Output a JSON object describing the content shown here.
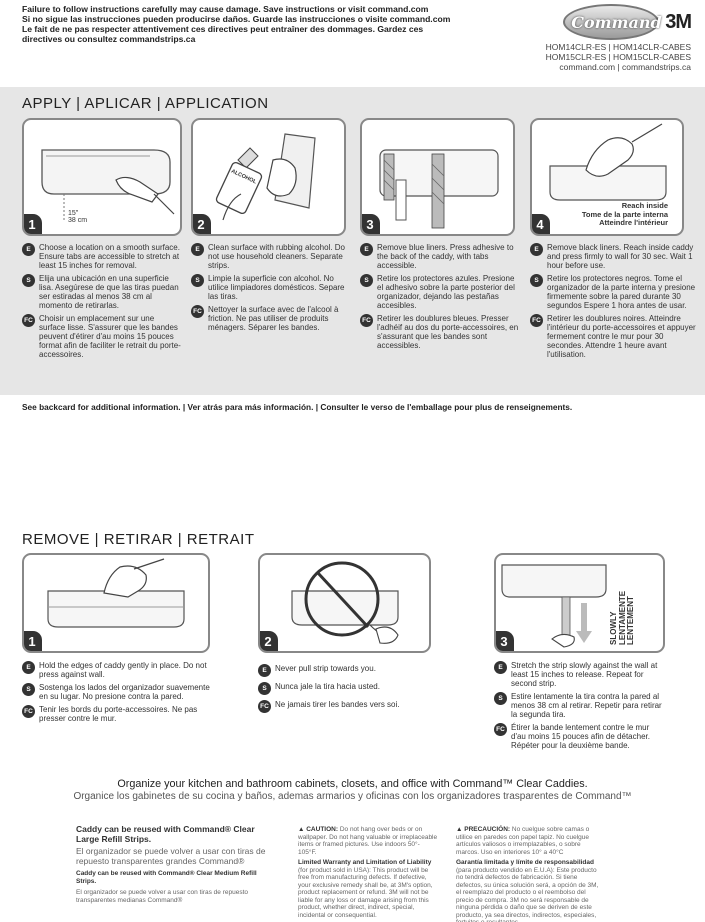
{
  "warning": {
    "line1": "Failure to follow instructions carefully may cause damage. Save instructions or visit command.com",
    "line2": "Si no sigue las instrucciones pueden producirse daños. Guarde las instrucciones o visite command.com",
    "line3": "Le fait de ne pas respecter attentivement ces directives peut entraîner des dommages. Gardez ces",
    "line4": "directives ou consultez commandstrips.ca"
  },
  "brand": {
    "command_logo": "Command",
    "logo_3m": "3M",
    "code_line1": "HOM14CLR-ES | HOM14CLR-CABES",
    "code_line2": "HOM15CLR-ES | HOM15CLR-CABES",
    "websites": "command.com | commandstrips.ca"
  },
  "apply": {
    "title": "APPLY | APLICAR | APPLICATION",
    "steps": [
      {
        "num": "1",
        "measure_in": "15\"",
        "measure_cm": "38 cm",
        "en": "Choose a location on a smooth surface. Ensure tabs are accessible to stretch at least 15 inches for removal.",
        "es": "Elija una ubicación en una superficie lisa. Asegúrese de que las tiras puedan ser estiradas al menos 38 cm al momento de retirarlas.",
        "fc": "Choisir un emplacement sur une surface lisse. S'assurer que les bandes peuvent d'étirer d'au moins 15 pouces format afin de faciliter le retrait du porte-accessoires."
      },
      {
        "num": "2",
        "bottle_label": "ALCOHOL",
        "en": "Clean surface with rubbing alcohol. Do not use household cleaners. Separate strips.",
        "es": "Limpie la superficie con alcohol. No utilice limpiadores domésticos. Separe las tiras.",
        "fc": "Nettoyer la surface avec de l'alcool à friction. Ne pas utiliser de produits ménagers. Séparer les bandes."
      },
      {
        "num": "3",
        "en": "Remove blue liners. Press adhesive to the back of the caddy, with tabs accessible.",
        "es": "Retire los protectores azules. Presione el adhesivo sobre la parte posterior del organizador, dejando las pestañas accesibles.",
        "fc": "Retirer les doublures bleues. Presser l'adhéif au dos du porte-accessoires, en s'assurant que les bandes sont accessibles."
      },
      {
        "num": "4",
        "reach_en": "Reach inside",
        "reach_es": "Tome de la parte interna",
        "reach_fc": "Atteindre l'intérieur",
        "en": "Remove black liners. Reach inside caddy and press firmly to wall for 30 sec. Wait 1 hour before use.",
        "es": "Retire los protectores negros. Tome el organizador de la parte interna y presione firmemente sobre la pared durante 30 segundos Espere 1 hora antes de usar.",
        "fc": "Retirer les doublures noires. Atteindre l'intérieur du porte-accessoires et appuyer fermement contre le mur pour 30 secondes. Attendre 1 heure avant l'utilisation."
      }
    ]
  },
  "backcard": "See backcard for additional information. | Ver atrás para más información. | Consulter le verso de l'emballage pour plus de renseignements.",
  "remove": {
    "title": "REMOVE | RETIRAR | RETRAIT",
    "steps": [
      {
        "num": "1",
        "en": "Hold the edges of caddy gently in place. Do not press against wall.",
        "es": "Sostenga los lados del organizador suavemente en su lugar. No presione contra la pared.",
        "fc": "Tenir les bords du porte-accessoires. Ne pas presser contre le mur."
      },
      {
        "num": "2",
        "en": "Never pull strip towards you.",
        "es": "Nunca jale la tira hacia usted.",
        "fc": "Ne jamais tirer les bandes vers soi."
      },
      {
        "num": "3",
        "slowly_en": "SLOWLY",
        "slowly_es": "LENTAMENTE",
        "slowly_fc": "LENTEMENT",
        "en": "Stretch the strip slowly against the wall at least 15 inches to release. Repeat for second strip.",
        "es": "Estire lentamente la tira contra la pared al menos 38 cm al retirar. Repetir para retirar la segunda tira.",
        "fc": "Étirer la bande lentement contre le mur d'au moins 15 pouces afin de détacher. Répéter pour la deuxième bande."
      }
    ]
  },
  "lang_badges": {
    "en": "E",
    "es": "S",
    "fc": "FC"
  },
  "promo": {
    "en": "Organize your kitchen and bathroom cabinets, closets, and office with Command™ Clear Caddies.",
    "es": "Organice los gabinetes de su cocina y baños, ademas armarios y oficinas con los organizadores trasparentes de Command™"
  },
  "fine": {
    "col1_en": "Caddy can be reused with Command® Clear Large Refill Strips.",
    "col1_es": "El organizador se puede volver a usar con tiras de repuesto transparentes grandes Command®",
    "col1_en2": "Caddy can be reused with Command® Clear Medium Refill Strips.",
    "col1_es2": "El organizador se puede volver a usar con tiras de repuesto transparentes medianas Command®",
    "col2_caution_title": "▲ CAUTION:",
    "col2_caution": "Do not hang over beds or on wallpaper. Do not hang valuable or irreplaceable items or framed pictures. Use indoors 50°- 105°F.",
    "col2_warranty_title": "Limited Warranty and Limitation of Liability",
    "col2_warranty": "(for product sold in USA): This product will be free from manufacturing defects. If defective, your exclusive remedy shall be, at 3M's option, product replacement or refund. 3M will not be liable for any loss or damage arising from this product, whether direct, indirect, special, incidental or consequential.",
    "col3_caution_title": "▲ PRECAUCIÓN:",
    "col3_caution": "No cuelgue sobre camas o utilice en paredes con papel tapiz. No cuelgue artículos valiosos o irremplazables, o sobre marcos. Uso en interiores 10° a 40°C",
    "col3_warranty_title": "Garantía limitada y límite de responsabilidad",
    "col3_warranty": "(para producto vendido en E.U.A): Este producto no tendrá defectos de fabricación. Si tiene defectos, su única solución será, a opción de 3M, el reemplazo del producto o el reembolso del precio de compra. 3M no será responsable de ninguna pérdida o daño que se deriven de este producto, ya sea directos, indirectos, especiales, fortuitos o resultantes."
  }
}
